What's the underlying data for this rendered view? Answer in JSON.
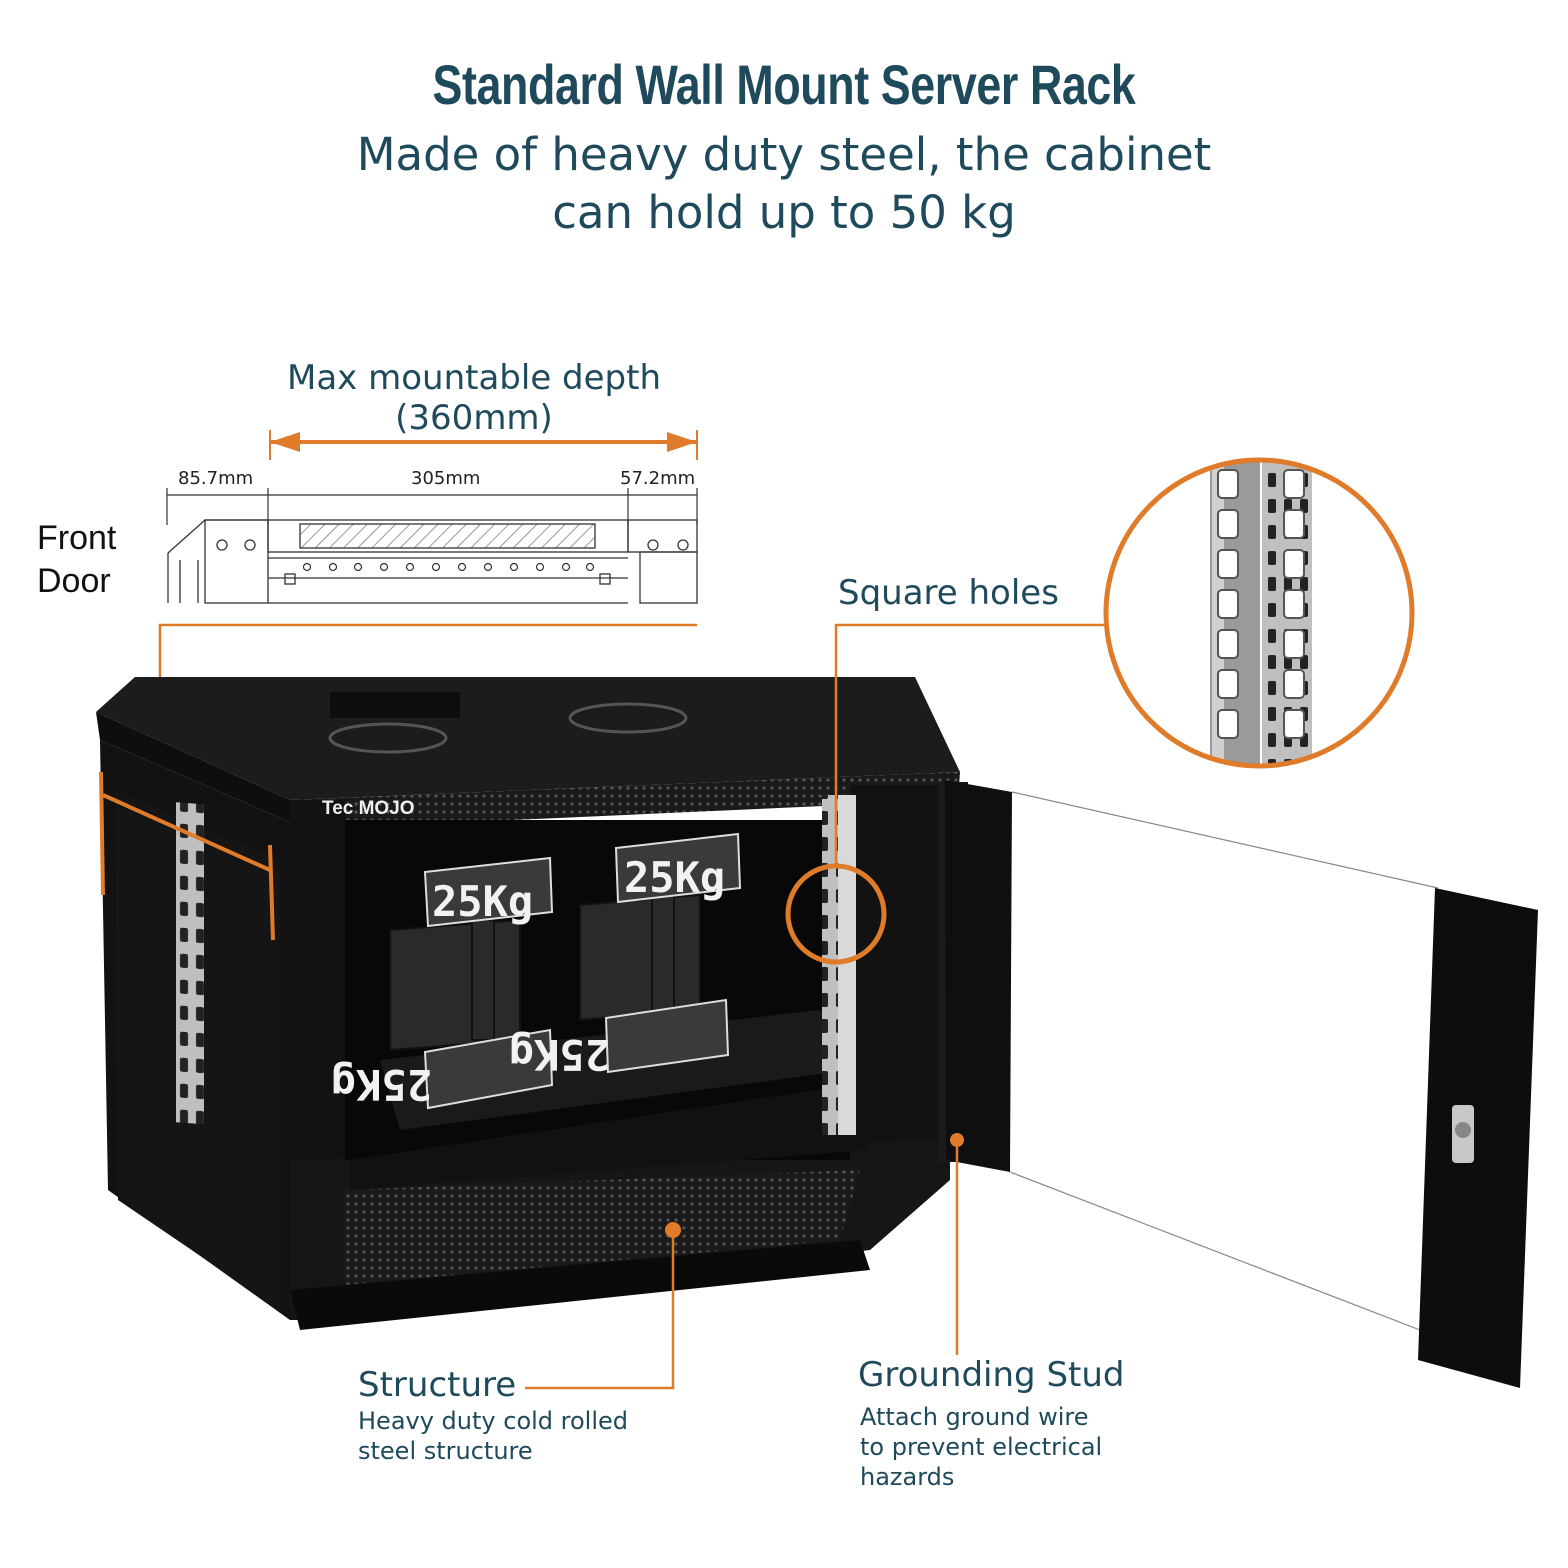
{
  "header": {
    "title": "Standard Wall Mount Server Rack",
    "subtitle": "Made of heavy duty steel, the cabinet can hold up to 50 kg"
  },
  "diagram": {
    "max_depth_label": "Max mountable depth (360mm)",
    "dimensions": [
      "85.7mm",
      "305mm",
      "57.2mm"
    ],
    "front_door_label": "Front Door"
  },
  "callouts": {
    "square_holes": {
      "title": "Square holes"
    },
    "structure": {
      "title": "Structure",
      "description": "Heavy duty cold rolled steel structure"
    },
    "grounding_stud": {
      "title": "Grounding Stud",
      "description": "Attach ground wire to prevent electrical hazards"
    }
  },
  "product": {
    "brand_logo": "Tec MOJO",
    "weight_labels": [
      "25Kg",
      "25Kg",
      "25Kg",
      "25Kg"
    ]
  },
  "colors": {
    "accent": "#e07b2a",
    "text": "#1f4a5c",
    "cabinet": "#111111"
  }
}
